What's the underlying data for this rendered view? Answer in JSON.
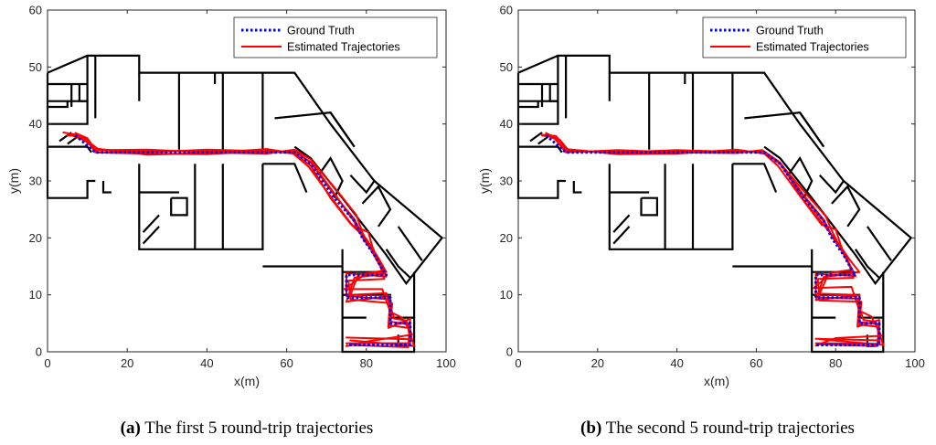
{
  "chart_data": [
    {
      "type": "line",
      "xlabel": "x(m)",
      "ylabel": "y(m)",
      "xlim": [
        0,
        100
      ],
      "ylim": [
        0,
        60
      ],
      "xticks": [
        0,
        20,
        40,
        60,
        80,
        100
      ],
      "yticks": [
        0,
        10,
        20,
        30,
        40,
        50,
        60
      ],
      "grid": false,
      "legend_position": "top-right",
      "caption_tag": "(a)",
      "caption_text": " The first 5 round-trip trajectories",
      "series": [
        {
          "name": "Ground Truth",
          "color": "#0000ff",
          "style": "dotted",
          "points": [
            [
              7,
              38
            ],
            [
              12,
              35
            ],
            [
              25,
              35
            ],
            [
              40,
              35
            ],
            [
              55,
              35
            ],
            [
              62,
              35
            ],
            [
              66,
              33
            ],
            [
              72,
              27
            ],
            [
              77,
              23
            ],
            [
              79,
              20
            ],
            [
              82,
              17
            ],
            [
              84,
              14.5
            ],
            [
              85,
              13.5
            ],
            [
              75,
              13.5
            ],
            [
              75,
              9.5
            ],
            [
              86,
              9.5
            ],
            [
              86,
              5
            ],
            [
              91,
              5
            ],
            [
              91,
              1.2
            ],
            [
              75,
              1.2
            ]
          ]
        },
        {
          "name": "Estimated Trajectories",
          "color": "#ff0000",
          "style": "solid",
          "traces": [
            [
              [
                4,
                38.5
              ],
              [
                8,
                38
              ],
              [
                12,
                35.5
              ],
              [
                25,
                35.2
              ],
              [
                40,
                35.3
              ],
              [
                55,
                35
              ],
              [
                62,
                35.2
              ],
              [
                66,
                33.3
              ],
              [
                72,
                27.5
              ],
              [
                77,
                23.3
              ],
              [
                79,
                20.5
              ],
              [
                82,
                17
              ],
              [
                84,
                14.8
              ],
              [
                85,
                13.2
              ],
              [
                75,
                13.8
              ],
              [
                75,
                9.8
              ],
              [
                86,
                9.2
              ],
              [
                86,
                5.3
              ],
              [
                91,
                4.8
              ],
              [
                91,
                1.5
              ],
              [
                75,
                1.5
              ]
            ],
            [
              [
                6,
                38
              ],
              [
                10,
                37
              ],
              [
                12,
                35
              ],
              [
                25,
                34.8
              ],
              [
                40,
                34.7
              ],
              [
                55,
                35.3
              ],
              [
                62,
                34.8
              ],
              [
                66,
                32.7
              ],
              [
                71,
                27
              ],
              [
                76,
                22.5
              ],
              [
                80,
                19.8
              ],
              [
                83,
                16.5
              ],
              [
                85,
                14
              ],
              [
                78,
                13.6
              ],
              [
                76,
                10
              ],
              [
                85,
                10.3
              ],
              [
                87,
                5.8
              ],
              [
                90,
                5.5
              ],
              [
                92,
                1
              ],
              [
                76,
                2
              ]
            ],
            [
              [
                8,
                37.5
              ],
              [
                11,
                36.5
              ],
              [
                13,
                35.4
              ],
              [
                25,
                35.5
              ],
              [
                40,
                35
              ],
              [
                55,
                34.8
              ],
              [
                62,
                35.5
              ],
              [
                66,
                33.8
              ],
              [
                73,
                28
              ],
              [
                77.5,
                24
              ],
              [
                79,
                21
              ],
              [
                81.5,
                17.5
              ],
              [
                83.5,
                15
              ],
              [
                84.5,
                12.8
              ],
              [
                75.5,
                12.5
              ],
              [
                76,
                9.2
              ],
              [
                86.5,
                8.5
              ],
              [
                86,
                4.6
              ],
              [
                90.5,
                4.2
              ],
              [
                91,
                2.2
              ],
              [
                75,
                2.5
              ]
            ],
            [
              [
                7,
                38.4
              ],
              [
                10,
                37.5
              ],
              [
                12.5,
                35
              ],
              [
                25,
                35
              ],
              [
                40,
                35.5
              ],
              [
                55,
                35.2
              ],
              [
                62.5,
                35
              ],
              [
                66.5,
                33
              ],
              [
                72.5,
                27.3
              ],
              [
                77,
                22.8
              ],
              [
                79.5,
                19.5
              ],
              [
                82.5,
                16.8
              ],
              [
                84,
                14.2
              ],
              [
                80,
                13.8
              ],
              [
                74.5,
                11
              ],
              [
                84,
                11
              ],
              [
                86,
                7
              ],
              [
                89,
                6
              ],
              [
                91.5,
                3
              ],
              [
                80,
                1.8
              ],
              [
                75,
                1
              ]
            ],
            [
              [
                5,
                38
              ],
              [
                9,
                37.8
              ],
              [
                12,
                35.7
              ],
              [
                25,
                34.6
              ],
              [
                40,
                34.9
              ],
              [
                55,
                35.6
              ],
              [
                61.5,
                34.9
              ],
              [
                65.5,
                32.5
              ],
              [
                71.5,
                26.8
              ],
              [
                76.5,
                22.2
              ],
              [
                80.5,
                21
              ],
              [
                81.5,
                18.5
              ],
              [
                83,
                16
              ],
              [
                84.5,
                13.7
              ],
              [
                77,
                13
              ],
              [
                75,
                8.8
              ],
              [
                86,
                9.8
              ],
              [
                85.5,
                4.2
              ],
              [
                91,
                5.8
              ],
              [
                90.5,
                0.8
              ],
              [
                76,
                1.2
              ]
            ]
          ]
        }
      ]
    },
    {
      "type": "line",
      "xlabel": "x(m)",
      "ylabel": "y(m)",
      "xlim": [
        0,
        100
      ],
      "ylim": [
        0,
        60
      ],
      "xticks": [
        0,
        20,
        40,
        60,
        80,
        100
      ],
      "yticks": [
        0,
        10,
        20,
        30,
        40,
        50,
        60
      ],
      "grid": false,
      "legend_position": "top-right",
      "caption_tag": "(b)",
      "caption_text": " The second 5 round-trip trajectories",
      "series": [
        {
          "name": "Ground Truth",
          "color": "#0000ff",
          "style": "dotted",
          "points": [
            [
              7,
              38
            ],
            [
              12,
              35
            ],
            [
              25,
              35
            ],
            [
              40,
              35
            ],
            [
              55,
              35
            ],
            [
              62,
              35
            ],
            [
              66,
              33
            ],
            [
              72,
              27
            ],
            [
              77,
              23
            ],
            [
              79,
              20
            ],
            [
              82,
              17
            ],
            [
              84,
              14.5
            ],
            [
              85,
              13.5
            ],
            [
              75,
              13.5
            ],
            [
              75,
              9.5
            ],
            [
              86,
              9.5
            ],
            [
              86,
              5
            ],
            [
              91,
              5
            ],
            [
              91,
              1.2
            ],
            [
              75,
              1.2
            ]
          ]
        },
        {
          "name": "Estimated Trajectories",
          "color": "#ff0000",
          "style": "solid",
          "traces": [
            [
              [
                6,
                38
              ],
              [
                10,
                37.5
              ],
              [
                12,
                35.2
              ],
              [
                25,
                35.1
              ],
              [
                40,
                35.2
              ],
              [
                55,
                35
              ],
              [
                62,
                35.1
              ],
              [
                66,
                33.2
              ],
              [
                72,
                27.4
              ],
              [
                77,
                23.2
              ],
              [
                79,
                20.4
              ],
              [
                82,
                17.2
              ],
              [
                84,
                14.7
              ],
              [
                85,
                13.3
              ],
              [
                75,
                13.7
              ],
              [
                75,
                9.6
              ],
              [
                86,
                9.3
              ],
              [
                86,
                5.2
              ],
              [
                91,
                4.9
              ],
              [
                91,
                1.4
              ],
              [
                75,
                1.5
              ]
            ],
            [
              [
                8,
                37.8
              ],
              [
                11,
                36.8
              ],
              [
                12.5,
                35.5
              ],
              [
                25,
                34.8
              ],
              [
                40,
                34.9
              ],
              [
                55,
                35.3
              ],
              [
                62.5,
                34.9
              ],
              [
                66.5,
                32.8
              ],
              [
                71.5,
                27
              ],
              [
                76.5,
                22.7
              ],
              [
                80,
                19.7
              ],
              [
                83.5,
                16.2
              ],
              [
                86,
                14
              ],
              [
                78,
                13.4
              ],
              [
                76,
                10.2
              ],
              [
                85,
                10
              ],
              [
                87,
                5.6
              ],
              [
                90,
                5.3
              ],
              [
                92,
                1.2
              ],
              [
                76,
                2.2
              ]
            ],
            [
              [
                7,
                38.2
              ],
              [
                9,
                37.6
              ],
              [
                12,
                35
              ],
              [
                25,
                35.4
              ],
              [
                40,
                35
              ],
              [
                55,
                34.9
              ],
              [
                61.5,
                35.4
              ],
              [
                65.5,
                33.5
              ],
              [
                72.5,
                27.8
              ],
              [
                77.5,
                23.8
              ],
              [
                79,
                21.3
              ],
              [
                81.5,
                17.8
              ],
              [
                83.5,
                15.2
              ],
              [
                84.5,
                13
              ],
              [
                75.5,
                12.8
              ],
              [
                76,
                9
              ],
              [
                86.5,
                8.8
              ],
              [
                86,
                4.8
              ],
              [
                90.5,
                4.4
              ],
              [
                91,
                2
              ],
              [
                75,
                2.3
              ]
            ],
            [
              [
                7,
                38.4
              ],
              [
                10.5,
                37.2
              ],
              [
                12.5,
                35.3
              ],
              [
                25,
                35
              ],
              [
                40,
                35.4
              ],
              [
                55,
                35.1
              ],
              [
                62,
                35
              ],
              [
                66,
                33
              ],
              [
                72,
                27.2
              ],
              [
                77,
                22.9
              ],
              [
                79.5,
                19.8
              ],
              [
                82.5,
                16.9
              ],
              [
                84,
                14.4
              ],
              [
                79,
                13.9
              ],
              [
                74.5,
                11.2
              ],
              [
                84,
                11.4
              ],
              [
                86,
                7.2
              ],
              [
                89,
                6.2
              ],
              [
                91.5,
                2.8
              ],
              [
                80,
                2.4
              ],
              [
                75,
                1.1
              ]
            ],
            [
              [
                6,
                38.1
              ],
              [
                9.5,
                37.9
              ],
              [
                12,
                35.6
              ],
              [
                25,
                34.7
              ],
              [
                40,
                34.8
              ],
              [
                55,
                35.5
              ],
              [
                62,
                34.8
              ],
              [
                65.5,
                32.6
              ],
              [
                71.5,
                26.9
              ],
              [
                76.5,
                22.3
              ],
              [
                80,
                21.5
              ],
              [
                81.5,
                18.3
              ],
              [
                83,
                16.1
              ],
              [
                84.5,
                13.8
              ],
              [
                77,
                13.1
              ],
              [
                75,
                9.1
              ],
              [
                86,
                9.9
              ],
              [
                85.5,
                4.4
              ],
              [
                91,
                5.6
              ],
              [
                90.5,
                1
              ],
              [
                76,
                1.3
              ]
            ]
          ]
        }
      ]
    }
  ]
}
